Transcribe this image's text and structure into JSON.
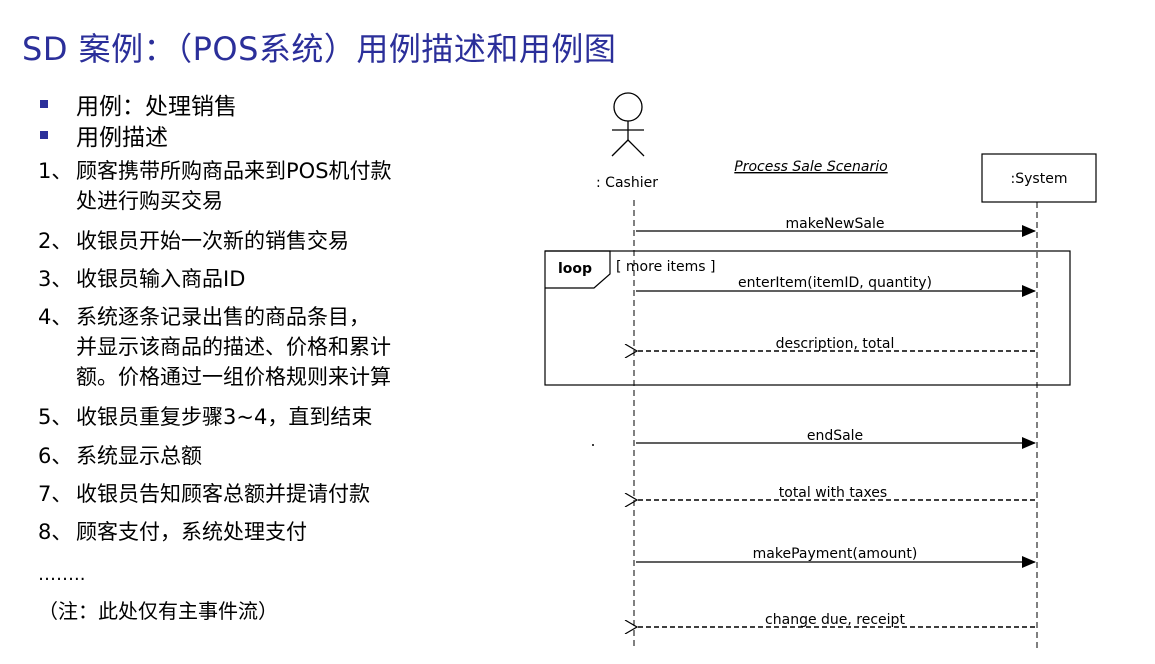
{
  "title": "SD 案例：（POS系统）用例描述和用例图",
  "bullets": [
    "用例：处理销售",
    "用例描述"
  ],
  "steps": [
    {
      "num": "1、",
      "lines": [
        "顾客携带所购商品来到POS机付款",
        "处进行购买交易"
      ]
    },
    {
      "num": "2、",
      "lines": [
        "收银员开始一次新的销售交易"
      ]
    },
    {
      "num": "3、",
      "lines": [
        "收银员输入商品ID"
      ]
    },
    {
      "num": "4、",
      "lines": [
        "系统逐条记录出售的商品条目，",
        "并显示该商品的描述、价格和累计",
        "额。价格通过一组价格规则来计算"
      ]
    },
    {
      "num": "5、",
      "lines": [
        "收银员重复步骤3~4，直到结束"
      ]
    },
    {
      "num": "6、",
      "lines": [
        "系统显示总额"
      ]
    },
    {
      "num": "7、",
      "lines": [
        "收银员告知顾客总额并提请付款"
      ]
    },
    {
      "num": "8、",
      "lines": [
        "顾客支付，系统处理支付"
      ]
    }
  ],
  "ellipsis": "……..",
  "note": "（注：此处仅有主事件流）",
  "diagram": {
    "scenario": "Process Sale Scenario",
    "actor": ": Cashier",
    "system": ":System",
    "loop_label": "loop",
    "loop_guard": "[ more items ]",
    "messages": [
      {
        "label": "makeNewSale",
        "kind": "call"
      },
      {
        "label": "enterItem(itemID, quantity)",
        "kind": "call"
      },
      {
        "label": "description, total",
        "kind": "return"
      },
      {
        "label": "endSale",
        "kind": "call"
      },
      {
        "label": "total with taxes",
        "kind": "return"
      },
      {
        "label": "makePayment(amount)",
        "kind": "call"
      },
      {
        "label": "change due, receipt",
        "kind": "return"
      }
    ]
  },
  "colors": {
    "title": "#2b2f9a",
    "bullet": "#2b2f9a"
  }
}
